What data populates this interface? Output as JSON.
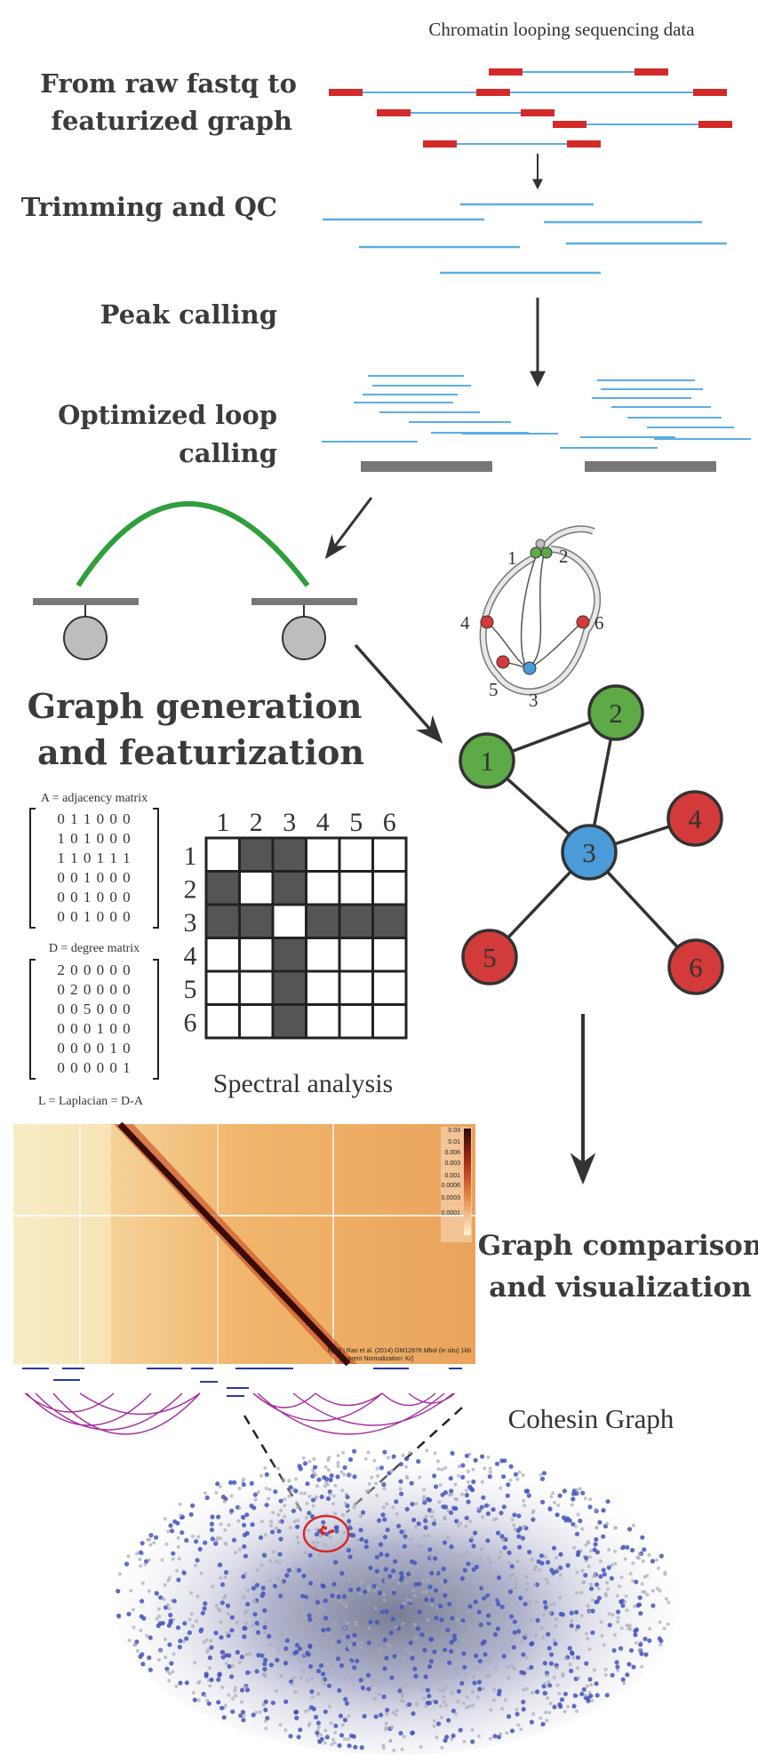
{
  "header": {
    "data_caption": "Chromatin looping sequencing data"
  },
  "steps": {
    "raw_to_graph": [
      "From raw fastq to",
      "featurized graph"
    ],
    "trimming": "Trimming and QC",
    "peak_calling": "Peak calling",
    "loop_calling": [
      "Optimized loop",
      "calling"
    ]
  },
  "graph_section": {
    "title": [
      "Graph generation",
      "and featurization"
    ],
    "loop_node_labels": [
      "1",
      "2",
      "4",
      "6",
      "5",
      "3"
    ],
    "nodes": [
      {
        "id": "1",
        "color": "#5daa47"
      },
      {
        "id": "2",
        "color": "#5daa47"
      },
      {
        "id": "3",
        "color": "#4a9bd8"
      },
      {
        "id": "4",
        "color": "#d33a3a"
      },
      {
        "id": "5",
        "color": "#d33a3a"
      },
      {
        "id": "6",
        "color": "#d33a3a"
      }
    ],
    "edges": [
      [
        "1",
        "2"
      ],
      [
        "1",
        "3"
      ],
      [
        "2",
        "3"
      ],
      [
        "3",
        "4"
      ],
      [
        "3",
        "5"
      ],
      [
        "3",
        "6"
      ]
    ]
  },
  "matrices": {
    "adjacency_label": "A = adjacency matrix",
    "adjacency_rows": [
      "0 1 1 0 0 0",
      "1 0 1 0 0 0",
      "1 1 0 1 1 1",
      "0 0 1 0 0 0",
      "0 0 1 0 0 0",
      "0 0 1 0 0 0"
    ],
    "degree_label": "D = degree matrix",
    "degree_rows": [
      "2 0 0 0 0 0",
      "0 2 0 0 0 0",
      "0 0 5 0 0 0",
      "0 0 0 1 0 0",
      "0 0 0 0 1 0",
      "0 0 0 0 0 1"
    ],
    "laplacian_label": "L = Laplacian = D-A",
    "grid_headers": [
      "1",
      "2",
      "3",
      "4",
      "5",
      "6"
    ],
    "grid_cells": [
      [
        0,
        1,
        1,
        0,
        0,
        0
      ],
      [
        1,
        0,
        1,
        0,
        0,
        0
      ],
      [
        1,
        1,
        0,
        1,
        1,
        1
      ],
      [
        0,
        0,
        1,
        0,
        0,
        0
      ],
      [
        0,
        0,
        1,
        0,
        0,
        0
      ],
      [
        0,
        0,
        1,
        0,
        0,
        0
      ]
    ],
    "spectral_label": "Spectral analysis"
  },
  "comparison": {
    "title": [
      "Graph comparison",
      "and visualization"
    ],
    "heatmap_scale": [
      "0.03",
      "0.01",
      "0.006",
      "0.003",
      "0.001",
      "0.0006",
      "0.0003",
      "0.0001"
    ],
    "heatmap_credit": [
      "hg19 | Rao et al. (2014) GM12878 Mbol (in situ) 1kb",
      "[Current Normalization: Kr]"
    ],
    "cohesin_label": "Cohesin Graph"
  },
  "colors": {
    "read_red": "#d32a2a",
    "read_blue": "#5aaee2",
    "peak_gray": "#777777",
    "loop_green": "#2f9e3d",
    "arc_magenta": "#a32b9e",
    "graph_blue": "#4455bb"
  }
}
